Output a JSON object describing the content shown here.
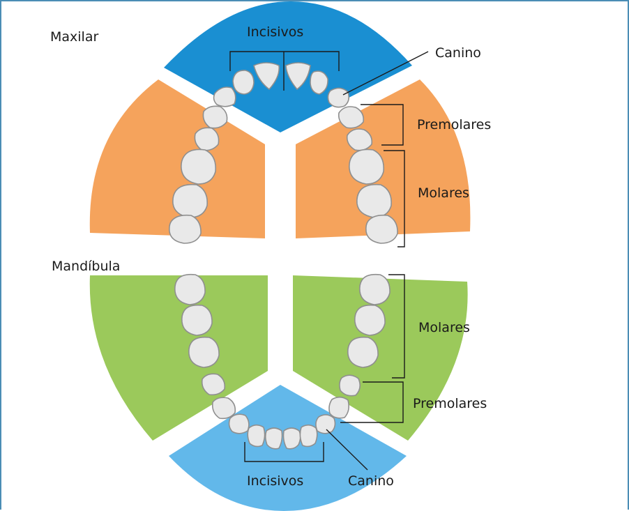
{
  "diagram": {
    "upper_jaw": {
      "section_label": "Maxilar",
      "incisors_label": "Incisivos",
      "canine_label": "Canino",
      "premolars_label": "Premolares",
      "molars_label": "Molares"
    },
    "lower_jaw": {
      "section_label": "Mandíbula",
      "incisors_label": "Incisivos",
      "canine_label": "Canino",
      "premolars_label": "Premolares",
      "molars_label": "Molares"
    }
  },
  "colors": {
    "frame_border": "#4a8db5",
    "upper_incisor_sector": "#1a8fd2",
    "upper_side_sectors": "#f5a35c",
    "lower_side_sectors": "#9bc95b",
    "lower_incisor_sector": "#62b8ea",
    "tooth_fill": "#e9e9e9",
    "tooth_outline": "#8f8f8f"
  }
}
